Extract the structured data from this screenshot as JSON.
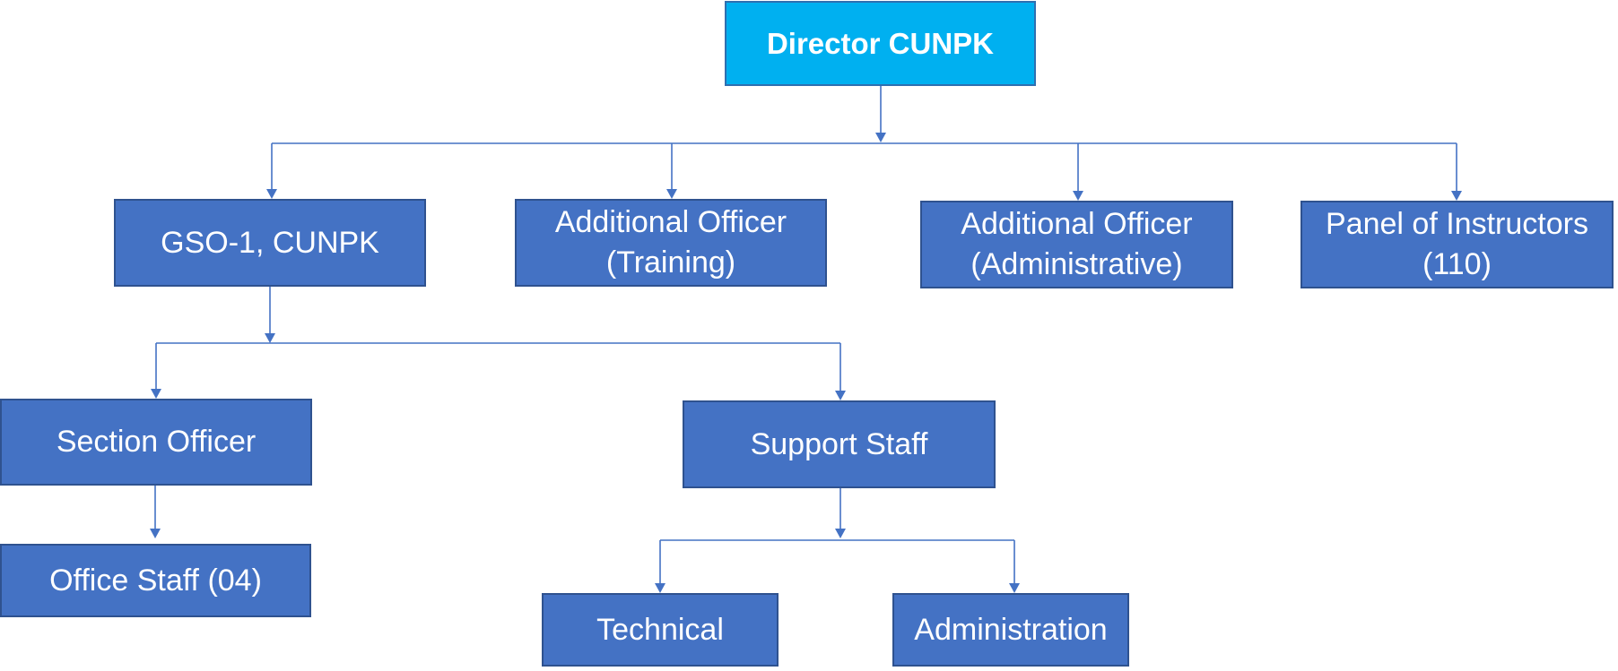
{
  "diagram": {
    "nodes": {
      "director": "Director CUNPK",
      "gso": "GSO-1, CUNPK",
      "ao_training": "Additional Officer\n(Training)",
      "ao_admin": "Additional Officer\n(Administrative)",
      "panel": "Panel of Instructors\n(110)",
      "section_officer": "Section Officer",
      "support_staff": "Support Staff",
      "office_staff": "Office Staff (04)",
      "technical": "Technical",
      "administration": "Administration"
    },
    "colors": {
      "root_fill": "#00B0F0",
      "node_fill": "#4472C4",
      "node_border": "#2F528F",
      "connector": "#4472C4",
      "text": "#FFFFFF"
    }
  }
}
